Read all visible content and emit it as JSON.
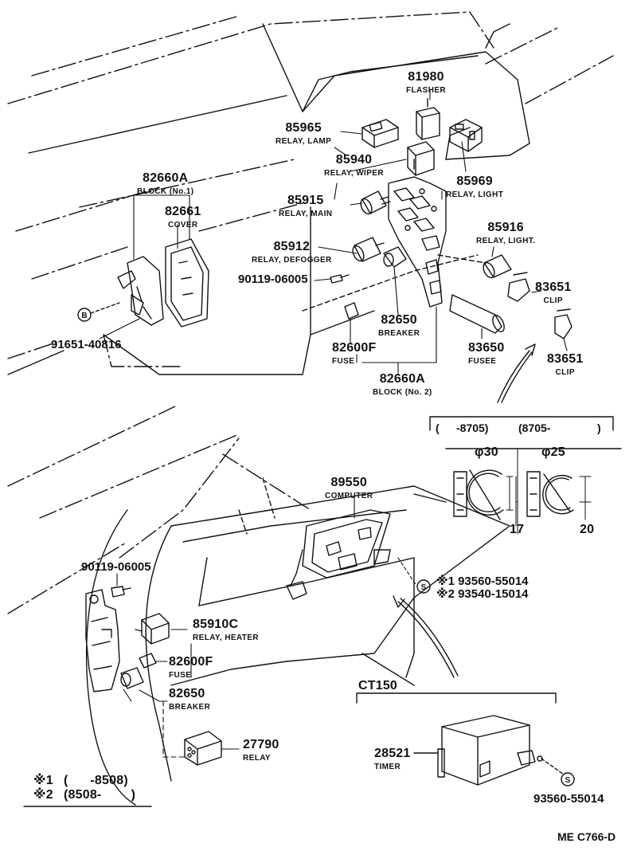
{
  "drawing_id": "ME C766-D",
  "parts": [
    {
      "number": "81980",
      "name": "FLASHER"
    },
    {
      "number": "85965",
      "name": "RELAY, LAMP"
    },
    {
      "number": "85940",
      "name": "RELAY, WIPER"
    },
    {
      "number": "85969",
      "name": "RELAY, LIGHT"
    },
    {
      "number": "82660A",
      "name": "BLOCK (No.1)"
    },
    {
      "number": "82661",
      "name": "COVER"
    },
    {
      "number": "85915",
      "name": "RELAY, MAIN"
    },
    {
      "number": "85916",
      "name": "RELAY, LIGHT."
    },
    {
      "number": "85912",
      "name": "RELAY, DEFOGGER"
    },
    {
      "number": "90119-06005",
      "name": ""
    },
    {
      "number": "83651",
      "name": "CLIP"
    },
    {
      "number": "91651-40816",
      "name": ""
    },
    {
      "number": "82650",
      "name": "BREAKER"
    },
    {
      "number": "82600F",
      "name": "FUSE"
    },
    {
      "number": "83650",
      "name": "FUSEE"
    },
    {
      "number": "83651",
      "name": "CLIP"
    },
    {
      "number": "82660A",
      "name": "BLOCK (No. 2)"
    },
    {
      "number": "89550",
      "name": "COMPUTER"
    },
    {
      "number": "90119-06005",
      "name": ""
    },
    {
      "number": "85910C",
      "name": "RELAY, HEATER"
    },
    {
      "number": "82600F",
      "name": "FUSE"
    },
    {
      "number": "82650",
      "name": "BREAKER"
    },
    {
      "number": "27790",
      "name": "RELAY"
    },
    {
      "number": "28521",
      "name": "TIMER"
    },
    {
      "number": "93560-55014",
      "name": ""
    }
  ],
  "clamp_detail": {
    "bracket_text": "(",
    "period_1": "-8705)",
    "period_2": "(8705-",
    "period_2_close": ")",
    "dia_1": "φ30",
    "dia_2": "φ25",
    "dim_1": "17",
    "dim_2": "20"
  },
  "screw_refs": {
    "mark_s": "S",
    "mark_b": "B",
    "line_1": "※1 93560-55014",
    "line_2": "※2 93540-15014"
  },
  "ct150_label": "CT150",
  "legend": {
    "line_1_mark": "※1",
    "line_1_value": "(      -8508)",
    "line_2_mark": "※2",
    "line_2_value": "(8508-        )"
  }
}
